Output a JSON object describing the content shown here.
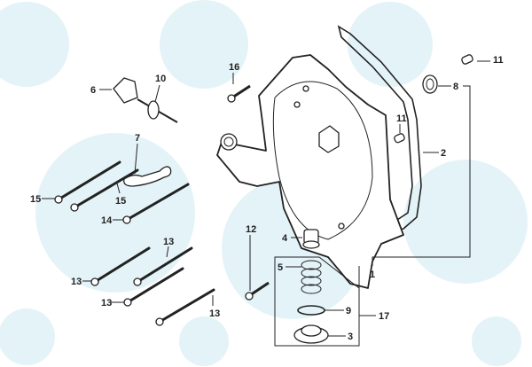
{
  "diagram": {
    "title": "Crankcase right cover exploded parts diagram",
    "callouts": {
      "c1": "1",
      "c2": "2",
      "c3": "3",
      "c4": "4",
      "c5": "5",
      "c6": "6",
      "c7": "7",
      "c8": "8",
      "c9": "9",
      "c10": "10",
      "c11a": "11",
      "c11b": "11",
      "c12": "12",
      "c13a": "13",
      "c13b": "13",
      "c13c": "13",
      "c13d": "13",
      "c14": "14",
      "c15a": "15",
      "c15b": "15",
      "c16": "16",
      "c17": "17"
    },
    "colors": {
      "watermark": "#e4f3f8",
      "line": "#222222"
    }
  }
}
